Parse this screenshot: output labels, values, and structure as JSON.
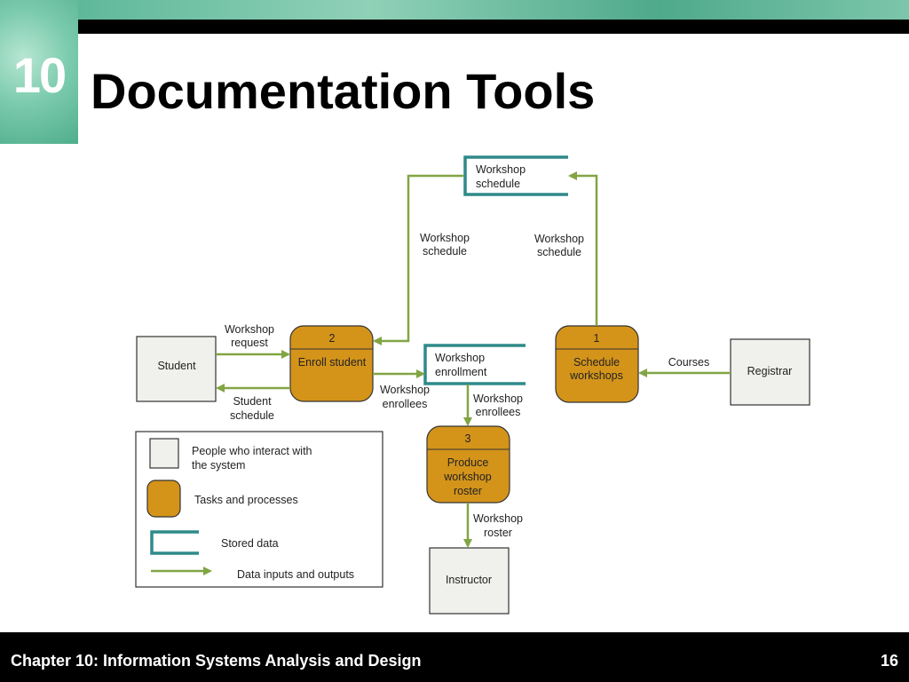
{
  "slide": {
    "chapter_number": "10",
    "title": "Documentation Tools"
  },
  "footer": {
    "text": "Chapter 10: Information Systems Analysis and Design",
    "page": "16"
  },
  "colors": {
    "process_fill": "#d4941a",
    "entity_fill": "#f0f0ec",
    "store_stroke": "#2f8a8a",
    "flow": "#82a544"
  },
  "diagram": {
    "entities": {
      "student": "Student",
      "registrar": "Registrar",
      "instructor": "Instructor"
    },
    "processes": {
      "p1": {
        "number": "1",
        "line1": "Schedule",
        "line2": "workshops"
      },
      "p2": {
        "number": "2",
        "line1": "Enroll student"
      },
      "p3": {
        "number": "3",
        "line1": "Produce",
        "line2": "workshop",
        "line3": "roster"
      }
    },
    "stores": {
      "schedule": {
        "line1": "Workshop",
        "line2": "schedule"
      },
      "enrollment": {
        "line1": "Workshop",
        "line2": "enrollment"
      }
    },
    "flows": {
      "request": {
        "line1": "Workshop",
        "line2": "request"
      },
      "student_schedule": {
        "line1": "Student",
        "line2": "schedule"
      },
      "schedule_left": {
        "line1": "Workshop",
        "line2": "schedule"
      },
      "schedule_right": {
        "line1": "Workshop",
        "line2": "schedule"
      },
      "courses": "Courses",
      "enrollees_left": {
        "line1": "Workshop",
        "line2": "enrollees"
      },
      "enrollees_right": {
        "line1": "Workshop",
        "line2": "enrollees"
      },
      "roster": {
        "line1": "Workshop",
        "line2": "roster"
      }
    },
    "legend": {
      "people_line1": "People who interact with",
      "people_line2": "the system",
      "tasks": "Tasks and processes",
      "stored": "Stored data",
      "io": "Data inputs and outputs"
    }
  }
}
